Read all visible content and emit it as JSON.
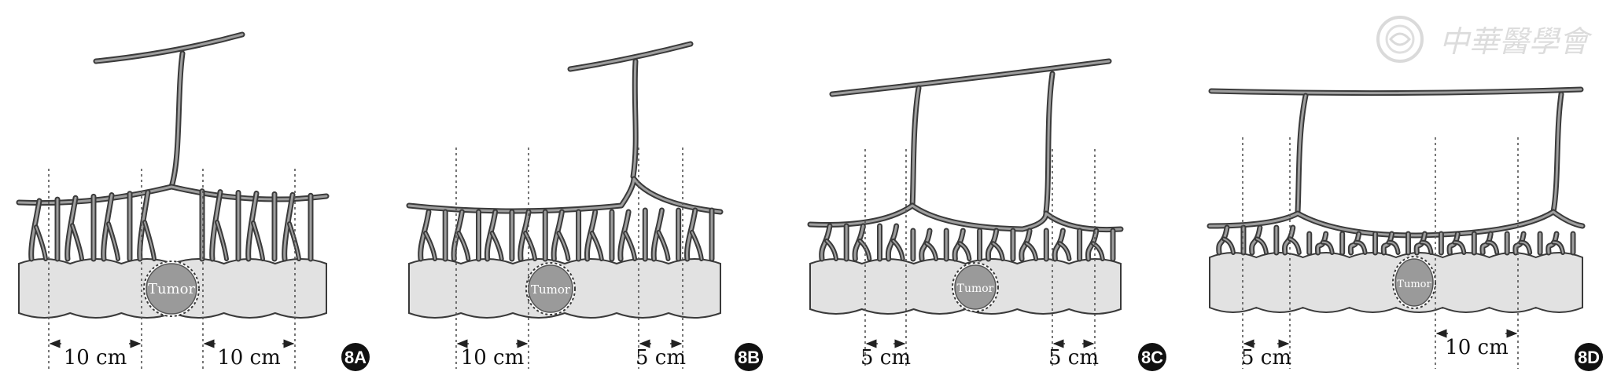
{
  "watermark": {
    "text": "中華醫學會",
    "color": "#d9d9d9"
  },
  "colors": {
    "vessel_stroke": "#3a3a3a",
    "vessel_fill": "#9e9e9e",
    "bowel_fill": "#e2e2e2",
    "tumor_fill": "#9a9a9a",
    "tumor_text": "#ffffff",
    "badge_fill": "#111111",
    "badge_text": "#ffffff"
  },
  "panels": [
    {
      "id": "8A",
      "label": "8A",
      "tumor_label": "Tumor",
      "measurements": [
        {
          "text": "10 cm"
        },
        {
          "text": "10 cm"
        }
      ]
    },
    {
      "id": "8B",
      "label": "8B",
      "tumor_label": "Tumor",
      "measurements": [
        {
          "text": "10 cm"
        },
        {
          "text": "5 cm"
        }
      ]
    },
    {
      "id": "8C",
      "label": "8C",
      "tumor_label": "Tumor",
      "measurements": [
        {
          "text": "5 cm"
        },
        {
          "text": "5 cm"
        }
      ]
    },
    {
      "id": "8D",
      "label": "8D",
      "tumor_label": "Tumor",
      "measurements": [
        {
          "text": "5 cm"
        },
        {
          "text": "10 cm"
        }
      ]
    }
  ]
}
